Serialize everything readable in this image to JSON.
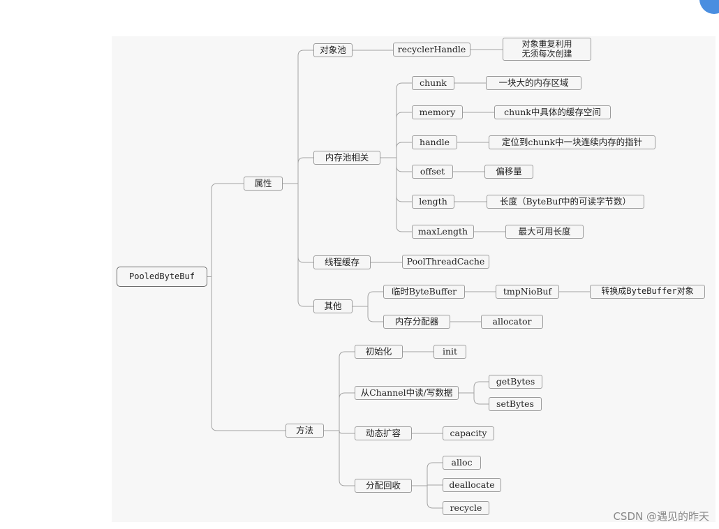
{
  "root": "PooledByteBuf",
  "attributes": {
    "label": "属性",
    "object_pool": {
      "label": "对象池",
      "handle": "recyclerHandle",
      "note_line1": "对象重复利用",
      "note_line2": "无须每次创建"
    },
    "memory_pool": {
      "label": "内存池相关",
      "fields": [
        {
          "name": "chunk",
          "desc": "一块大的内存区域"
        },
        {
          "name": "memory",
          "desc": "chunk中具体的缓存空间"
        },
        {
          "name": "handle",
          "desc": "定位到chunk中一块连续内存的指针"
        },
        {
          "name": "offset",
          "desc": "偏移量"
        },
        {
          "name": "length",
          "desc": "长度（ByteBuf中的可读字节数）"
        },
        {
          "name": "maxLength",
          "desc": "最大可用长度"
        }
      ]
    },
    "thread_cache": {
      "label": "线程缓存",
      "value": "PoolThreadCache"
    },
    "other": {
      "label": "其他",
      "temp_buffer": {
        "label": "临时ByteBuffer",
        "field": "tmpNioBuf",
        "desc": "转换成ByteBuffer对象"
      },
      "allocator": {
        "label": "内存分配器",
        "field": "allocator"
      }
    }
  },
  "methods": {
    "label": "方法",
    "init": {
      "label": "初始化",
      "method": "init"
    },
    "read_write": {
      "label": "从Channel中读/写数据",
      "methods": [
        "getBytes",
        "setBytes"
      ]
    },
    "expand": {
      "label": "动态扩容",
      "method": "capacity"
    },
    "recycle": {
      "label": "分配回收",
      "methods": [
        "alloc",
        "deallocate",
        "recycle"
      ]
    }
  },
  "watermark": "CSDN @遇见的昨天",
  "colors": {
    "line": "#a3a3a3",
    "node_border": "#9b9b9b",
    "canvas": "#f7f7f7",
    "badge": "#4a8ee0"
  }
}
